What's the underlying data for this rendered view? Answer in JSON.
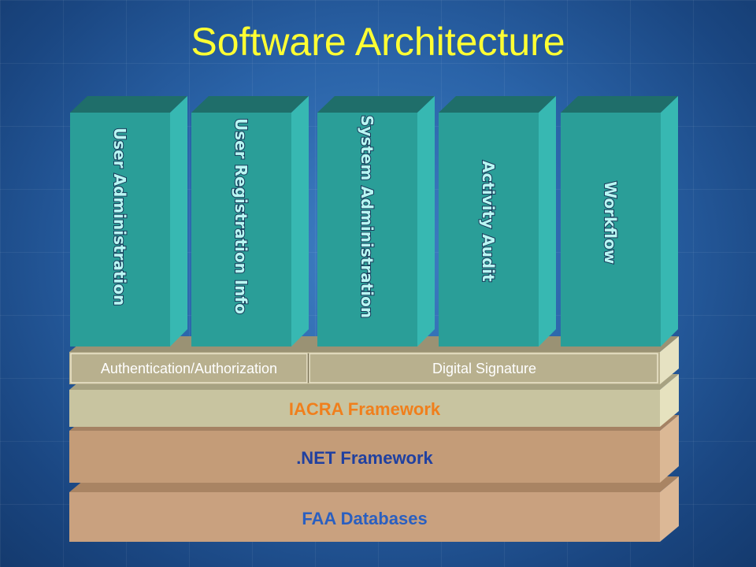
{
  "title": "Software Architecture",
  "columns": [
    {
      "label": "User Administration"
    },
    {
      "label": "User Registration Info"
    },
    {
      "label": "System Administration"
    },
    {
      "label": "Activity Audit"
    },
    {
      "label": "Workflow"
    }
  ],
  "security_layer": {
    "segments": [
      "Authentication/Authorization",
      "Digital Signature"
    ]
  },
  "layers": {
    "iacra": "IACRA Framework",
    "dotnet": ".NET Framework",
    "faa": "FAA Databases"
  },
  "colors": {
    "title": "#ffff33",
    "column_front": "#2a9e98",
    "column_top": "#1f6e6a",
    "column_side": "#37b8b2",
    "column_text": "#b9f7f3",
    "security_front": "#b8b08e",
    "iacra_front": "#c8c4a0",
    "iacra_text": "#f07f1c",
    "dotnet_front": "#c49c78",
    "dotnet_text": "#2040a0",
    "faa_front": "#c9a17f",
    "faa_text": "#2a5fc0"
  }
}
